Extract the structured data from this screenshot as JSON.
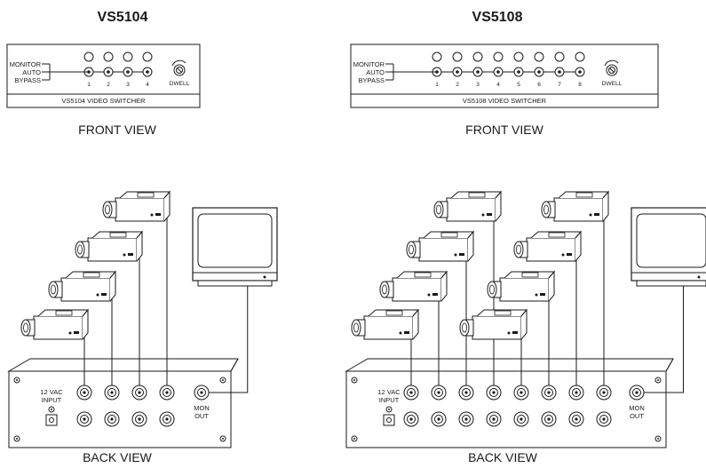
{
  "left": {
    "model": "VS5104",
    "front_label": "VS5104 VIDEO SWITCHER",
    "front_view": "FRONT VIEW",
    "back_view": "BACK VIEW",
    "channels": [
      "1",
      "2",
      "3",
      "4"
    ]
  },
  "right": {
    "model": "VS5108",
    "front_label": "VS5108 VIDEO SWITCHER",
    "front_view": "FRONT VIEW",
    "back_view": "BACK VIEW",
    "channels": [
      "1",
      "2",
      "3",
      "4",
      "5",
      "6",
      "7",
      "8"
    ]
  },
  "panel": {
    "monitor": "MONITOR",
    "auto": "AUTO",
    "bypass": "BYPASS",
    "dwell": "DWELL"
  },
  "back": {
    "power_line1": "12 VAC",
    "power_line2": "INPUT",
    "mon_line1": "MON",
    "mon_line2": "OUT"
  }
}
